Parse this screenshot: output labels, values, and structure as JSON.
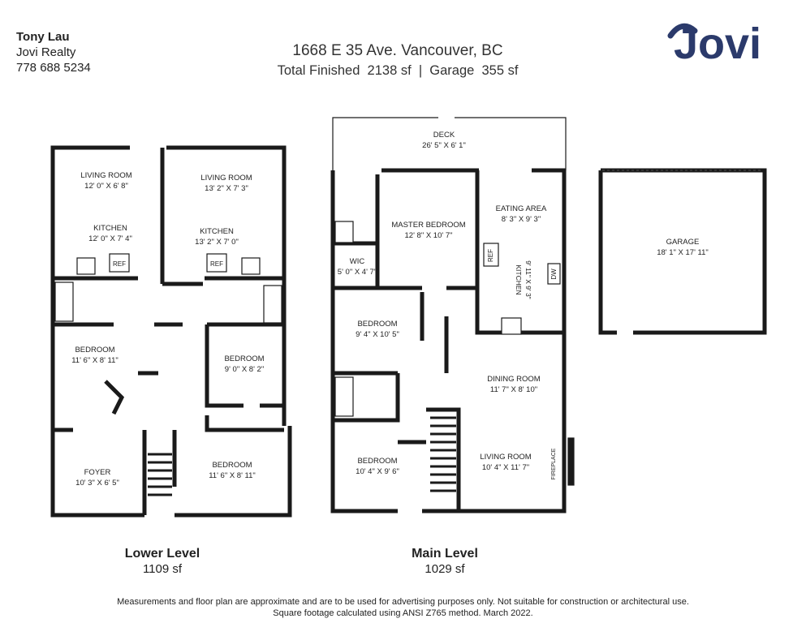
{
  "agent": {
    "name": "Tony Lau",
    "company": "Jovi Realty",
    "phone": "778 688 5234"
  },
  "header": {
    "address": "1668 E 35 Ave. Vancouver, BC",
    "totals": "Total Finished  2138 sf  |  Garage  355 sf"
  },
  "logo": {
    "text": "Jovi",
    "color": "#2b3a6b"
  },
  "lower": {
    "title": "Lower Level",
    "area": "1109 sf",
    "rooms": [
      {
        "name": "LIVING ROOM",
        "dims": "12' 0\" X 6' 8\""
      },
      {
        "name": "KITCHEN",
        "dims": "12' 0\" X 7' 4\""
      },
      {
        "name": "LIVING ROOM",
        "dims": "13' 2\" X 7' 3\""
      },
      {
        "name": "KITCHEN",
        "dims": "13' 2\" X 7' 0\""
      },
      {
        "name": "BEDROOM",
        "dims": "11' 6\" X 8' 11\""
      },
      {
        "name": "BEDROOM",
        "dims": "9' 0\" X 8' 2\""
      },
      {
        "name": "FOYER",
        "dims": "10' 3\" X 6' 5\""
      },
      {
        "name": "BEDROOM",
        "dims": "11' 6\" X 8' 11\""
      }
    ],
    "ref": [
      "REF",
      "REF"
    ]
  },
  "main": {
    "title": "Main Level",
    "area": "1029 sf",
    "rooms": [
      {
        "name": "DECK",
        "dims": "26' 5\" X 6' 1\""
      },
      {
        "name": "MASTER BEDROOM",
        "dims": "12' 8\" X 10' 7\""
      },
      {
        "name": "EATING AREA",
        "dims": "8' 3\" X 9' 3\""
      },
      {
        "name": "WIC",
        "dims": "5' 0\" X 4' 7\""
      },
      {
        "name": "BEDROOM",
        "dims": "9' 4\" X 10' 5\""
      },
      {
        "name": "DINING ROOM",
        "dims": "11' 7\" X 8' 10\""
      },
      {
        "name": "BEDROOM",
        "dims": "10' 4\" X 9' 6\""
      },
      {
        "name": "LIVING ROOM",
        "dims": "10' 4\" X 11' 7\""
      }
    ],
    "kitchen": {
      "name": "KITCHEN",
      "dims": "9' 11\" X 9' 3\""
    },
    "ref": "REF",
    "dw": "DW",
    "fireplace": "FIREPLACE"
  },
  "garage": {
    "name": "GARAGE",
    "dims": "18' 1\" X 17' 11\""
  },
  "disclaimer": {
    "line1": "Measurements and floor plan are approximate and are to be used for advertising purposes only. Not suitable for construction or architectural use.",
    "line2": "Square footage calculated using ANSI Z765 method. March 2022."
  },
  "colors": {
    "wall": "#1a1a1a",
    "text": "#222222"
  }
}
